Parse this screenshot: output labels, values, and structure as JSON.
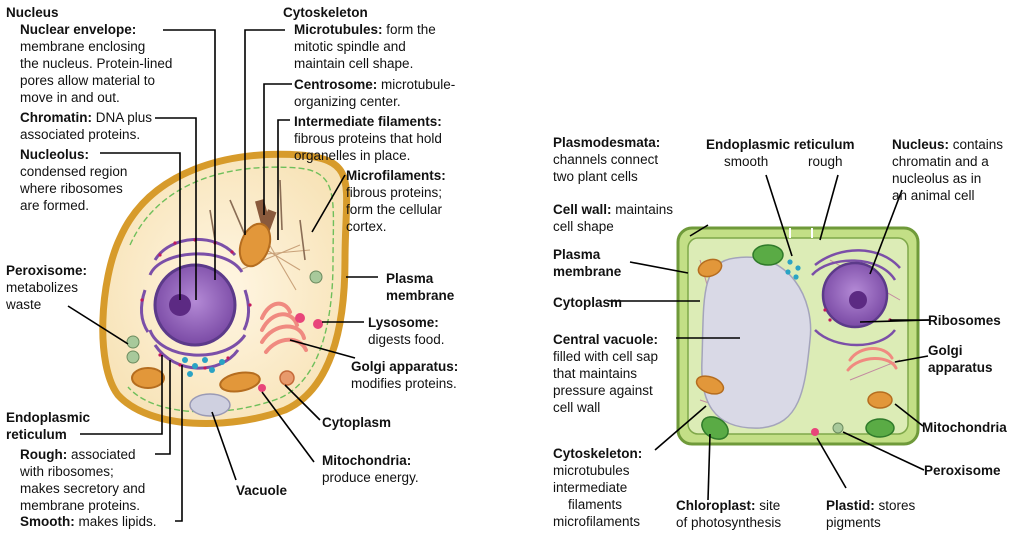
{
  "colors": {
    "animal_membrane": "#d79b2b",
    "animal_cytoplasm": "#fbeccb",
    "nucleus_purple": "#8a5bb0",
    "nucleolus": "#5c2a83",
    "plant_wall": "#9bc45b",
    "plant_cytoplasm": "#dcecb6",
    "vacuole": "#d9d9e6",
    "mito_orange": "#e2973a",
    "chloroplast": "#5aab45",
    "golgi_pink": "#f4a7a0",
    "lysosome": "#e8457a",
    "er_blue": "#2aa3c4"
  },
  "animal": {
    "nucleus": {
      "title": "Nucleus"
    },
    "envelope": {
      "title": "Nuclear envelope:",
      "l1": "membrane enclosing",
      "l2": "the nucleus. Protein-lined",
      "l3": "pores allow material to",
      "l4": "move in and out."
    },
    "chromatin": {
      "title": "Chromatin:",
      "rest": " DNA plus",
      "l2": "associated proteins."
    },
    "nucleolus": {
      "title": "Nucleolus:",
      "l1": "condensed region",
      "l2": "where ribosomes",
      "l3": "are formed."
    },
    "peroxisome": {
      "title": "Peroxisome:",
      "l1": "metabolizes",
      "l2": "waste"
    },
    "er": {
      "title1": "Endoplasmic",
      "title2": "reticulum"
    },
    "rough": {
      "title": "Rough:",
      "rest": " associated",
      "l2": "with ribosomes;",
      "l3": "makes secretory and",
      "l4": "membrane proteins."
    },
    "smooth": {
      "title": "Smooth:",
      "rest": " makes lipids."
    },
    "cytoskeleton": {
      "title": "Cytoskeleton"
    },
    "microtubules": {
      "title": "Microtubules:",
      "rest": " form the",
      "l2": "mitotic spindle and",
      "l3": "maintain cell shape."
    },
    "centrosome": {
      "title": "Centrosome:",
      "rest": " microtubule-",
      "l2": "organizing center."
    },
    "intermediate": {
      "title": "Intermediate filaments:",
      "l1": "fibrous proteins that hold",
      "l2": "organelles in place."
    },
    "microfilaments": {
      "title": "Microfilaments:",
      "l1": "fibrous proteins;",
      "l2": "form the cellular",
      "l3": "cortex."
    },
    "plasma": {
      "title1": "Plasma",
      "title2": "membrane"
    },
    "lysosome": {
      "title": "Lysosome:",
      "l1": "digests food."
    },
    "golgi": {
      "title": "Golgi apparatus:",
      "l1": "modifies proteins."
    },
    "cytoplasm": {
      "title": "Cytoplasm"
    },
    "mitochondria": {
      "title": "Mitochondria:",
      "l1": "produce energy."
    },
    "vacuole": {
      "title": "Vacuole"
    }
  },
  "plant": {
    "plasmodesmata": {
      "title": "Plasmodesmata:",
      "l1": "channels connect",
      "l2": "two plant cells"
    },
    "er": {
      "title": "Endoplasmic reticulum",
      "smooth": "smooth",
      "rough": "rough"
    },
    "nucleus": {
      "title": "Nucleus:",
      "rest": " contains",
      "l2": "chromatin and a",
      "l3": "nucleolus as in",
      "l4": "an animal cell"
    },
    "cellwall": {
      "title": "Cell wall:",
      "rest": " maintains",
      "l2": "cell shape"
    },
    "plasma": {
      "title1": "Plasma",
      "title2": "membrane"
    },
    "cytoplasm": {
      "title": "Cytoplasm"
    },
    "vacuole": {
      "title": "Central vacuole:",
      "l1": "filled with cell sap",
      "l2": "that maintains",
      "l3": "pressure against",
      "l4": "cell wall"
    },
    "ribosomes": {
      "title": "Ribosomes"
    },
    "golgi": {
      "title1": "Golgi",
      "title2": "apparatus"
    },
    "mitochondria": {
      "title": "Mitochondria"
    },
    "peroxisome": {
      "title": "Peroxisome"
    },
    "cytoskeleton": {
      "title": "Cytoskeleton:",
      "l1": "microtubules",
      "l2": "intermediate",
      "l3": "filaments",
      "l4": "microfilaments"
    },
    "chloroplast": {
      "title": "Chloroplast:",
      "rest": " site",
      "l2": "of photosynthesis"
    },
    "plastid": {
      "title": "Plastid:",
      "rest": " stores",
      "l2": "pigments"
    }
  }
}
